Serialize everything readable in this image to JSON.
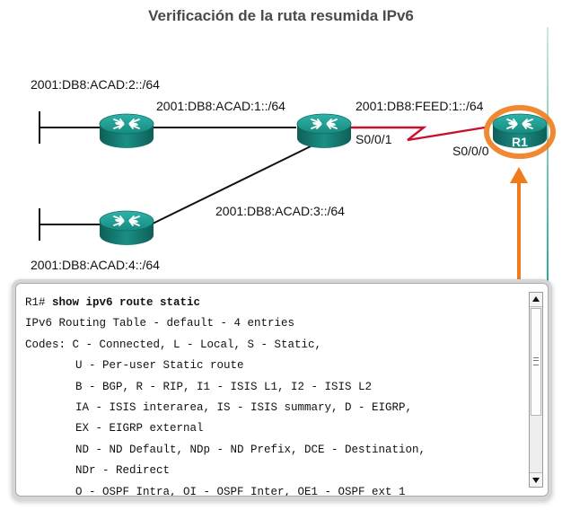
{
  "title": "Verificación de la ruta resumida IPv6",
  "network_labels": {
    "acad2": "2001:DB8:ACAD:2::/64",
    "acad1": "2001:DB8:ACAD:1::/64",
    "feed1": "2001:DB8:FEED:1::/64",
    "s001": "S0/0/1",
    "s000": "S0/0/0",
    "acad3": "2001:DB8:ACAD:3::/64",
    "acad4": "2001:DB8:ACAD:4::/64"
  },
  "router_r1_name": "R1",
  "colors": {
    "router_teal": "#1c8f86",
    "highlight_orange": "#f07b1c",
    "serial_red": "#c8102e"
  },
  "terminal": {
    "prompt": "R1#",
    "command": "show ipv6 route static",
    "lines": [
      "IPv6 Routing Table - default - 4 entries",
      "Codes: C - Connected, L - Local, S - Static,",
      "U - Per-user Static route",
      "B - BGP, R - RIP, I1 - ISIS L1, I2 - ISIS L2",
      "IA - ISIS interarea, IS - ISIS summary, D - EIGRP,",
      "EX - EIGRP external",
      "ND - ND Default, NDp - ND Prefix, DCE - Destination,",
      "NDr - Redirect",
      "O - OSPF Intra, OI - OSPF Inter, OE1 - OSPF ext 1"
    ]
  }
}
